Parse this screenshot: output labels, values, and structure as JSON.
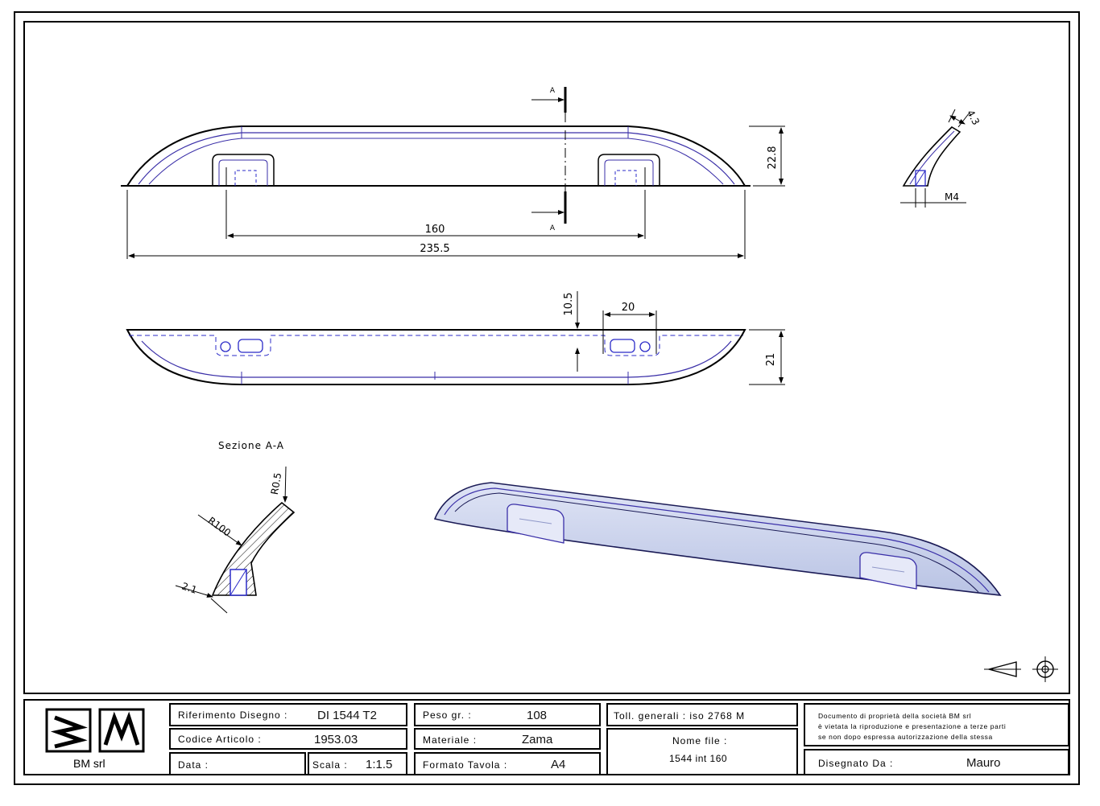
{
  "dimensions": {
    "hole_spacing": "160",
    "overall_length": "235.5",
    "height_front": "22.8",
    "height_top": "21",
    "offset_depth": "10.5",
    "boss_width": "20",
    "thread": "M4",
    "wall": "4.3",
    "radius_large": "R100",
    "radius_small": "R0.5",
    "thickness": "2.1",
    "section_mark_top": "A",
    "section_mark_bottom": "A"
  },
  "section": {
    "title": "Sezione A-A"
  },
  "title_block": {
    "company": "BM srl",
    "rif_label": "Riferimento Disegno :",
    "rif_value": "DI 1544 T2",
    "codice_label": "Codice Articolo :",
    "codice_value": "1953.03",
    "data_label": "Data :",
    "data_value": "",
    "scala_label": "Scala :",
    "scala_value": "1:1.5",
    "peso_label": "Peso gr. :",
    "peso_value": "108",
    "materiale_label": "Materiale :",
    "materiale_value": "Zama",
    "formato_label": "Formato Tavola :",
    "formato_value": "A4",
    "toll_label": "Toll. generali :  iso 2768     M",
    "nome_label": "Nome file :",
    "nome_value": "1544 int 160",
    "notice_line1": "Documento di proprietà della società BM srl",
    "notice_line2": "è vietata la riproduzione e presentazione a terze parti",
    "notice_line3": "se non dopo espressa autorizzazione della stessa",
    "disegnato_label": "Disegnato Da :",
    "disegnato_value": "Mauro"
  },
  "colors": {
    "line": "#000000",
    "part_edge": "#3a2fa8",
    "hidden": "#2b2bc8",
    "shade": "#c9d2ec"
  }
}
